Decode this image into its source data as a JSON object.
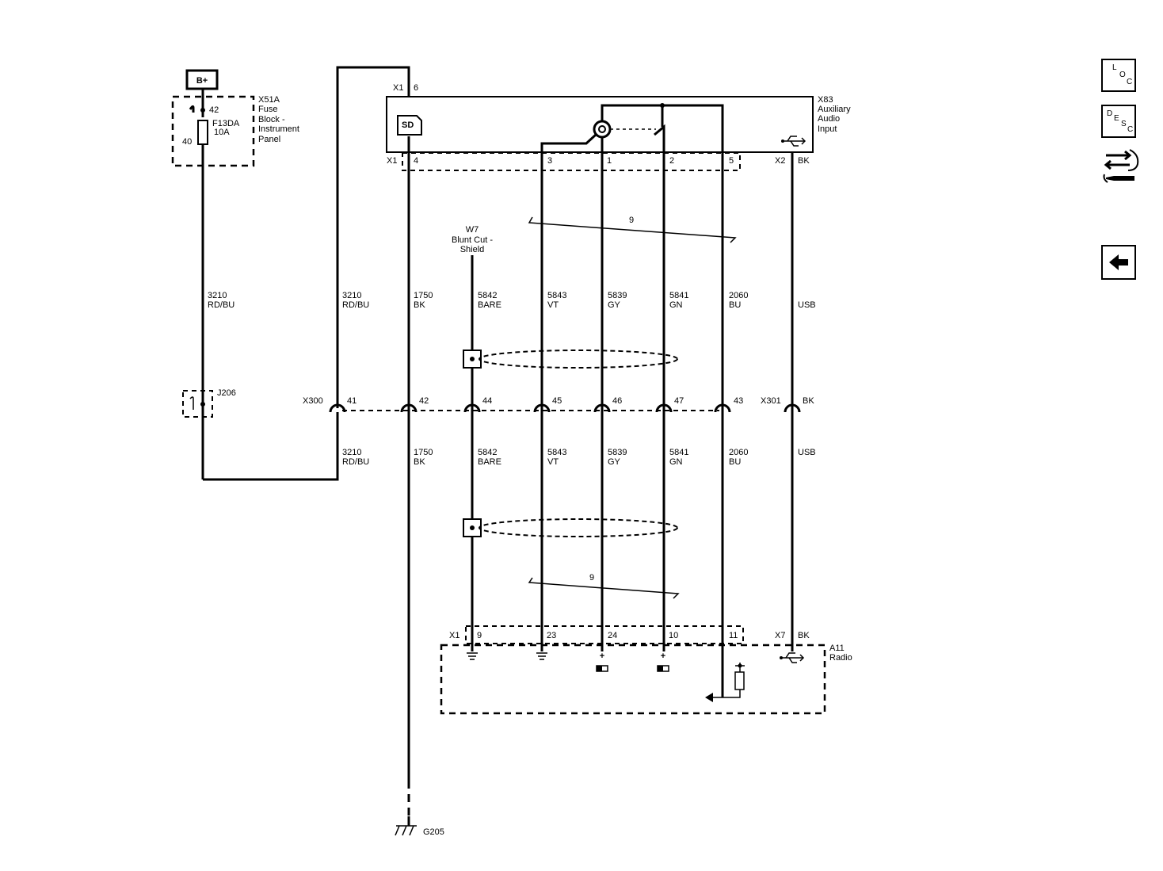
{
  "power": {
    "label": "B+"
  },
  "fuse_block": {
    "name": "X51A",
    "desc": [
      "Fuse",
      "Block -",
      "Instrument",
      "Panel"
    ],
    "fuse_name": "F13DA",
    "fuse_rating": "10A",
    "pin_in": "42",
    "pin_out": "40"
  },
  "aux_input": {
    "name": "X83",
    "desc": [
      "Auxiliary",
      "Audio",
      "Input"
    ],
    "conn_top": "X1",
    "pin_top": "6",
    "sd_label": "SD",
    "conn_main": "X1",
    "pins": [
      "4",
      "3",
      "1",
      "2",
      "5"
    ],
    "conn_usb": "X2",
    "usb_color": "BK"
  },
  "shield_w7": {
    "name": "W7",
    "desc": [
      "Blunt Cut -",
      "Shield"
    ]
  },
  "twist": {
    "label": "9"
  },
  "splice": {
    "label": "J206"
  },
  "inline_conn": {
    "left_name": "X300",
    "left_pins": [
      "41",
      "42",
      "44",
      "45",
      "46",
      "47",
      "43"
    ],
    "right_name": "X301",
    "right_color": "BK"
  },
  "circuits": [
    {
      "num": "3210",
      "color": "RD/BU"
    },
    {
      "num": "3210",
      "color": "RD/BU"
    },
    {
      "num": "1750",
      "color": "BK"
    },
    {
      "num": "5842",
      "color": "BARE"
    },
    {
      "num": "5843",
      "color": "VT"
    },
    {
      "num": "5839",
      "color": "GY"
    },
    {
      "num": "5841",
      "color": "GN"
    },
    {
      "num": "2060",
      "color": "BU"
    },
    {
      "num": "",
      "color": "USB"
    }
  ],
  "radio": {
    "name": "A11",
    "desc": "Radio",
    "conn_main": "X1",
    "pins": [
      "9",
      "23",
      "24",
      "10",
      "11"
    ],
    "conn_usb": "X7",
    "usb_color": "BK",
    "plus": "+"
  },
  "ground": {
    "label": "G205"
  },
  "nav": {
    "loc": [
      "L",
      "O",
      "C"
    ],
    "desc": [
      "D",
      "E",
      "S",
      "C"
    ]
  },
  "colors": {
    "line": "#000000",
    "background": "#ffffff"
  }
}
